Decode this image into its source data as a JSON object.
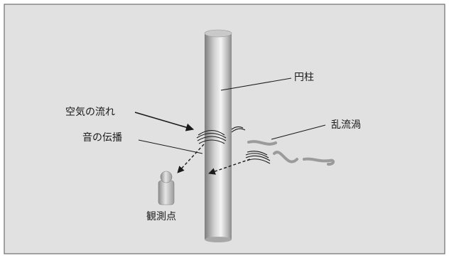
{
  "labels": {
    "cylinder": "円柱",
    "airflow": "空気の流れ",
    "sound_propagation": "音の伝播",
    "turbulent_vortex": "乱流渦",
    "observation_point": "観測点"
  },
  "colors": {
    "background": "#e1e1e1",
    "border": "#6f6f6f",
    "cylinder_dark": "#7a7a7a",
    "cylinder_light": "#f2f2f2",
    "vortex": "#9b9b9b",
    "line": "#1a1a1a"
  }
}
